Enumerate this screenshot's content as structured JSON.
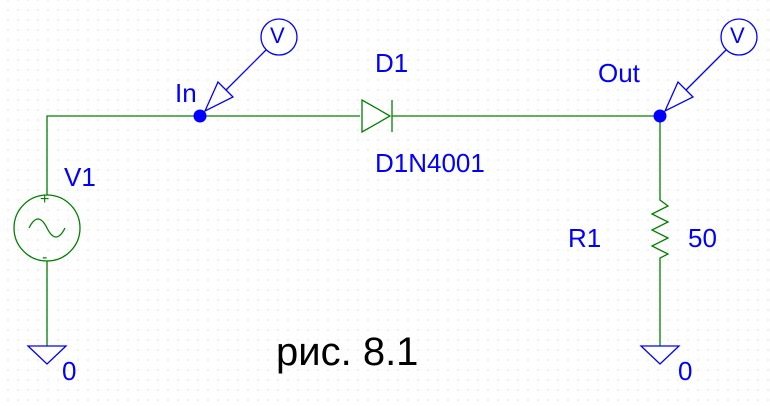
{
  "colors": {
    "wire": "#008000",
    "part": "#008000",
    "label": "#0000ff",
    "probe": "#0000ff",
    "node": "#0000ff",
    "caption": "#000000",
    "background": "#ffffff"
  },
  "source": {
    "name": "V1",
    "plus": "+",
    "minus": "-"
  },
  "diode": {
    "ref": "D1",
    "model": "D1N4001"
  },
  "resistor": {
    "ref": "R1",
    "value": "50"
  },
  "nets": {
    "input": "In",
    "output": "Out"
  },
  "grounds": {
    "left": "0",
    "right": "0"
  },
  "probes": {
    "in": "V",
    "out": "V"
  },
  "caption": "рис. 8.1"
}
